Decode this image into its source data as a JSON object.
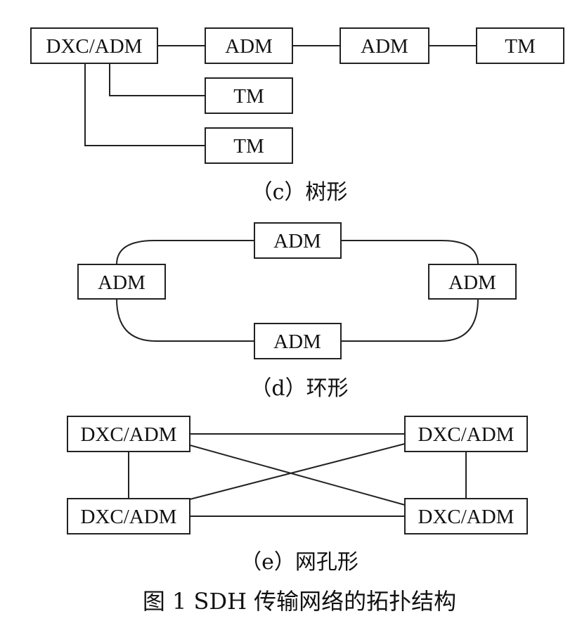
{
  "tree": {
    "nodes": [
      "DXC/ADM",
      "ADM",
      "ADM",
      "TM",
      "TM",
      "TM"
    ],
    "caption": "（c）树形"
  },
  "ring": {
    "nodes": [
      "ADM",
      "ADM",
      "ADM",
      "ADM"
    ],
    "caption": "（d）环形"
  },
  "mesh": {
    "nodes": [
      "DXC/ADM",
      "DXC/ADM",
      "DXC/ADM",
      "DXC/ADM"
    ],
    "caption": "（e）网孔形"
  },
  "figure_title": "图 1 SDH 传输网络的拓扑结构"
}
